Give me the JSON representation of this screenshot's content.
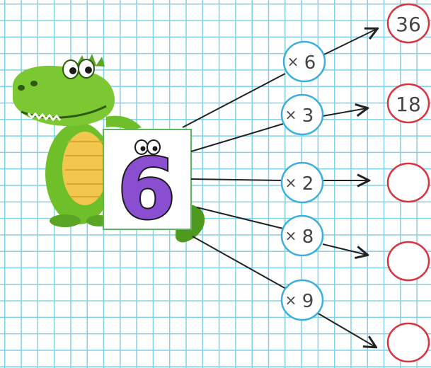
{
  "center_number": "6",
  "operations": [
    {
      "sign": "×",
      "factor": "6",
      "result": "36"
    },
    {
      "sign": "×",
      "factor": "3",
      "result": "18"
    },
    {
      "sign": "×",
      "factor": "2",
      "result": ""
    },
    {
      "sign": "×",
      "factor": "8",
      "result": ""
    },
    {
      "sign": "×",
      "factor": "9",
      "result": ""
    }
  ],
  "colors": {
    "grid": "#7fd0e8",
    "operation_circle": "#3bb0e0",
    "result_circle": "#d9333f",
    "center_box": "#5cb85c",
    "number_fill": "#8a4fd0",
    "crocodile": "#6fbf2a"
  }
}
